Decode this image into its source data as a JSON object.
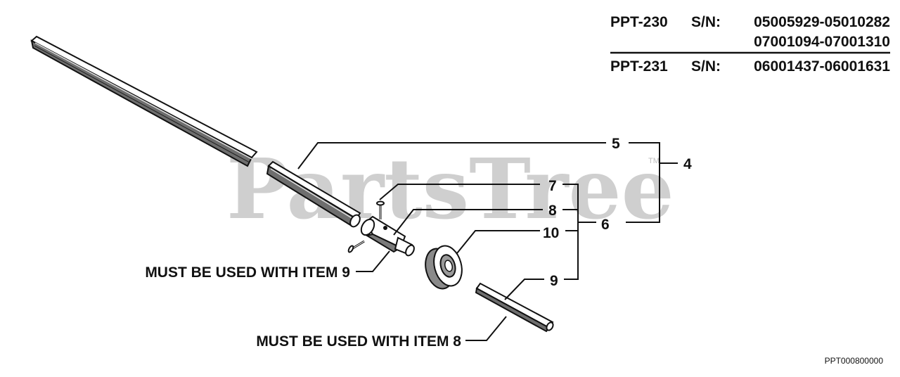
{
  "header": {
    "model1": "PPT-230",
    "sn_label1": "S/N:",
    "range1a": "05005929-05010282",
    "range1b": "07001094-07001310",
    "model2": "PPT-231",
    "sn_label2": "S/N:",
    "range2": "06001437-06001631"
  },
  "watermark": {
    "text": "PartsTree",
    "tm": "TM"
  },
  "callouts": {
    "c4": "4",
    "c5": "5",
    "c6": "6",
    "c7": "7",
    "c8": "8",
    "c9": "9",
    "c10": "10"
  },
  "notes": {
    "with_item_9": "MUST BE USED WITH ITEM 9",
    "with_item_8": "MUST BE USED WITH ITEM 8"
  },
  "diagram_code": "PPT000800000"
}
